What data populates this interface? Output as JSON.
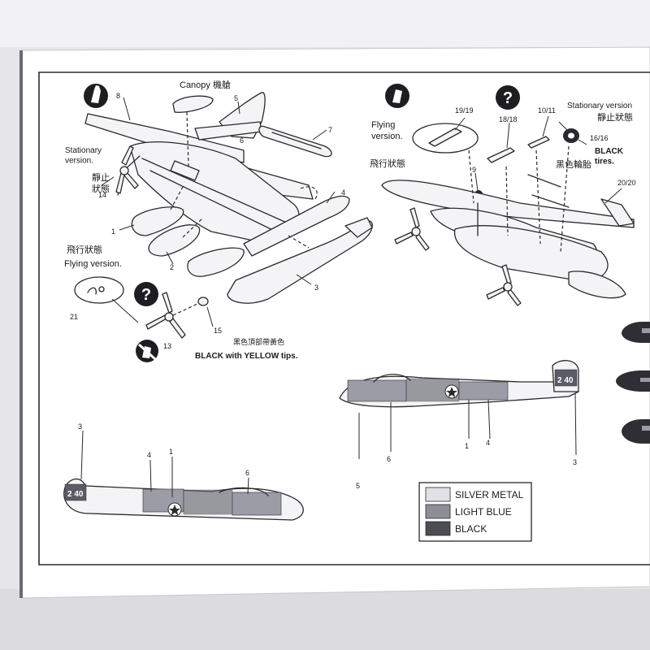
{
  "top_left": {
    "canopy_label": "Canopy 機艙",
    "stationary_en": "Stationary\nversion.",
    "stationary_cn": "靜止\n狀態",
    "flying_cn": "飛行狀態",
    "flying_en": "Flying version.",
    "prop_cn": "黑色頂部帶黃色",
    "prop_en": "BLACK with YELLOW tips.",
    "part_numbers": [
      "8",
      "5",
      "6",
      "7",
      "4",
      "14",
      "1",
      "2",
      "3",
      "21",
      "13",
      "15"
    ]
  },
  "top_right": {
    "flying_en": "Flying\nversion.",
    "flying_cn": "飛行狀態",
    "stationary_en": "Stationary version",
    "stationary_cn": "靜止狀態",
    "tires_cn": "黑色輪胎",
    "tires_en": "BLACK\ntires.",
    "part_numbers": [
      "19/19",
      "18/18",
      "10/11",
      "16/16",
      "9",
      "20/20"
    ]
  },
  "profiles": {
    "right_numbers": [
      "1",
      "4",
      "6",
      "5",
      "3"
    ],
    "left_numbers": [
      "3",
      "4",
      "1",
      "6"
    ]
  },
  "color_legend": [
    {
      "label": "SILVER METAL",
      "color": "#e2e2e6"
    },
    {
      "label": "LIGHT BLUE",
      "color": "#8d8d96"
    },
    {
      "label": "BLACK",
      "color": "#4c4c54"
    }
  ],
  "colors": {
    "sheet": "#ffffff",
    "frame": "#2b2b30",
    "ink": "#1b1b1e",
    "background": "#e6e6ea",
    "icon_fill": "#1e1e22"
  },
  "icons": [
    "glue-icon",
    "help-icon",
    "no-glue-icon"
  ]
}
